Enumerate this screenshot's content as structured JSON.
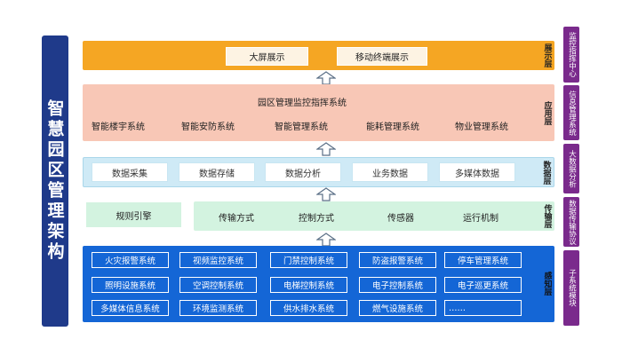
{
  "title": "智慧园区管理架构",
  "layers": {
    "display": {
      "label": "展示层",
      "items": [
        "大屏展示",
        "移动终端展示"
      ]
    },
    "application": {
      "label": "应用层",
      "top_item": "园区管理监控指挥系统",
      "items": [
        "智能楼宇系统",
        "智能安防系统",
        "智能管理系统",
        "能耗管理系统",
        "物业管理系统"
      ]
    },
    "data": {
      "label": "数据层",
      "items": [
        "数据采集",
        "数据存储",
        "数据分析",
        "业务数据",
        "多媒体数据"
      ]
    },
    "transport": {
      "label": "传输层",
      "left_item": "规则引擎",
      "items": [
        "传输方式",
        "控制方式",
        "传感器",
        "运行机制"
      ]
    },
    "perception": {
      "label": "感知层",
      "rows": [
        [
          "火灾报警系统",
          "视频监控系统",
          "门禁控制系统",
          "防盗报警系统",
          "停车管理系统"
        ],
        [
          "照明设施系统",
          "空调控制系统",
          "电梯控制系统",
          "电子控制系统",
          "电子巡更系统"
        ],
        [
          "多媒体信息系统",
          "环境监测系统",
          "供水排水系统",
          "燃气设施系统",
          "……"
        ]
      ]
    }
  },
  "side_labels": [
    "监控指挥中心",
    "信息管理系统",
    "大数据分析",
    "数据传输协议",
    "子系统模块"
  ],
  "colors": {
    "title_bar": "#1f3a8a",
    "display": "#f5a623",
    "application": "#f8c7b6",
    "data": "#cfeaf6",
    "transport": "#d3f3e0",
    "perception": "#1466d6",
    "side": "#7a2a8c"
  }
}
